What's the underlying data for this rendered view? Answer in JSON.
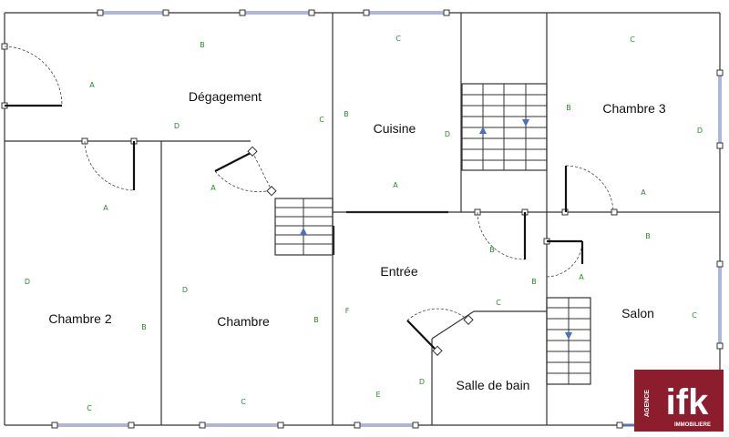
{
  "rooms": {
    "degagement": "Dégagement",
    "cuisine": "Cuisine",
    "chambre3": "Chambre 3",
    "chambre2": "Chambre 2",
    "chambre": "Chambre",
    "entree": "Entrée",
    "salon": "Salon",
    "salle_de_bain": "Salle de bain"
  },
  "markers": [
    "B",
    "A",
    "D",
    "C",
    "C",
    "B",
    "D",
    "C",
    "B",
    "D",
    "A",
    "A",
    "D",
    "B",
    "C",
    "A",
    "D",
    "B",
    "C",
    "A",
    "B",
    "F",
    "B",
    "D",
    "C",
    "E",
    "B",
    "C",
    "A"
  ],
  "logo": {
    "brand": "ifk",
    "tagline_vertical": "AGENCE",
    "tagline_bottom": "IMMOBILIERE"
  },
  "colors": {
    "marker": "#2a8a2a",
    "window": "#5a6fb5",
    "stair_arrow": "#4a6fc2",
    "logo_background": "#8b1d2c"
  }
}
